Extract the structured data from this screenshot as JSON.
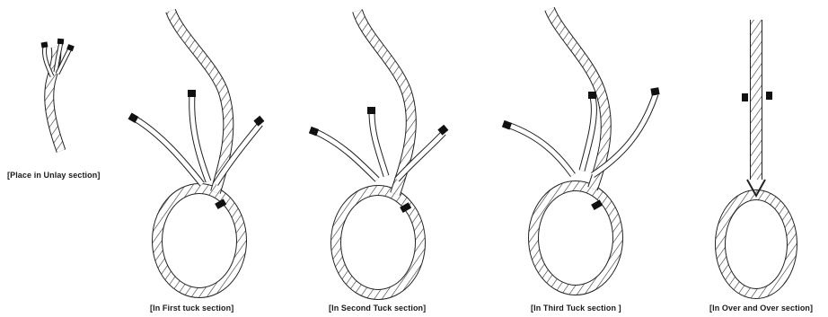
{
  "figure": {
    "stroke_color": "#222222",
    "fill_color": "#ffffff",
    "tip_color": "#111111",
    "panels": [
      {
        "id": "unlay",
        "caption": "[Place in Unlay section]"
      },
      {
        "id": "first-tuck",
        "caption": "[In First tuck section]"
      },
      {
        "id": "second-tuck",
        "caption": "[In Second Tuck section]"
      },
      {
        "id": "third-tuck",
        "caption": "[In Third Tuck section ]"
      },
      {
        "id": "over-and-over",
        "caption": "[In Over and Over section]"
      }
    ]
  }
}
